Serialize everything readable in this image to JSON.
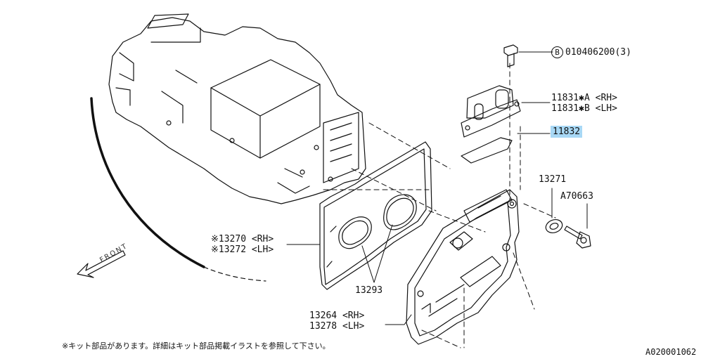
{
  "labels": {
    "bolt_ref_letter": "B",
    "bolt_ref": "010406200(3)",
    "p11831_a": "11831✱A <RH>",
    "p11831_b": "11831✱B <LH>",
    "p11832": "11832",
    "p13271": "13271",
    "pA70663": "A70663",
    "p13270": "※13270 <RH>",
    "p13272": "※13272 <LH>",
    "p13293": "13293",
    "p13264": "13264 <RH>",
    "p13278": "13278 <LH>"
  },
  "front_label": "FRONT",
  "footnote": "※キット部品があります。詳細はキット部品掲載イラストを参照して下さい。",
  "diagram_id": "A020001062",
  "colors": {
    "highlight": "#a8d8f5",
    "line": "#111111"
  }
}
